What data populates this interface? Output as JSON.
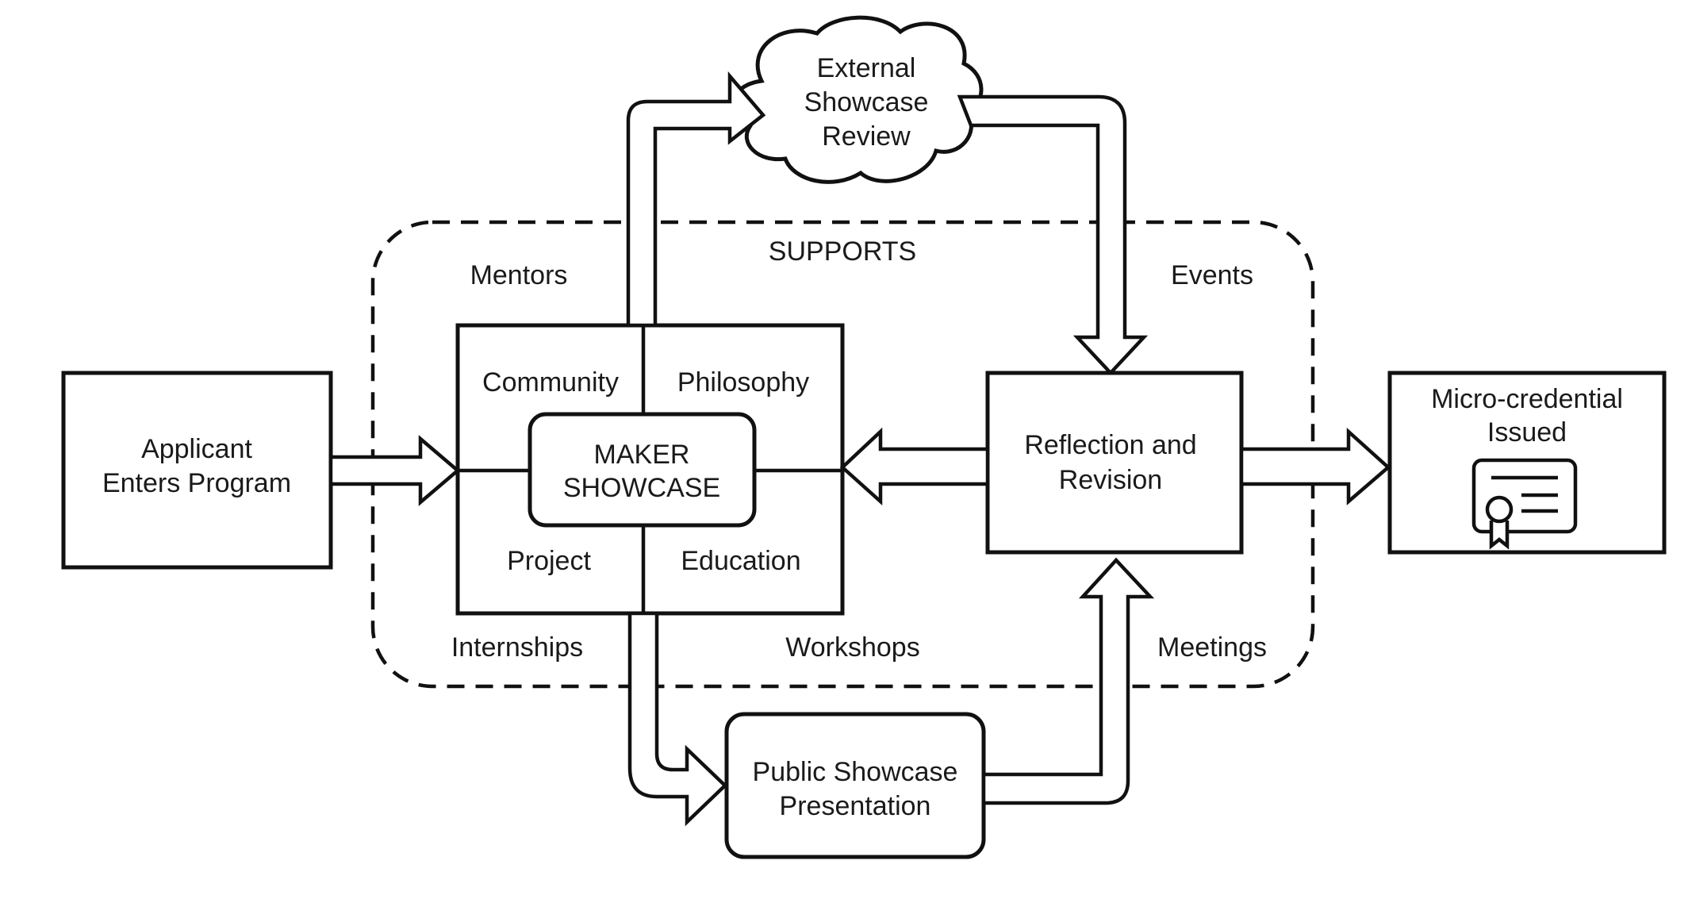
{
  "diagram": {
    "applicant": {
      "line1": "Applicant",
      "line2": "Enters Program"
    },
    "supports": {
      "title": "SUPPORTS",
      "mentors": "Mentors",
      "events": "Events",
      "internships": "Internships",
      "workshops": "Workshops",
      "meetings": "Meetings"
    },
    "core": {
      "community": "Community",
      "philosophy": "Philosophy",
      "project": "Project",
      "education": "Education",
      "center_line1": "MAKER",
      "center_line2": "SHOWCASE"
    },
    "external_review": {
      "line1": "External",
      "line2": "Showcase",
      "line3": "Review"
    },
    "reflection": {
      "line1": "Reflection and",
      "line2": "Revision"
    },
    "public_showcase": {
      "line1": "Public Showcase",
      "line2": "Presentation"
    },
    "credential": {
      "line1": "Micro-credential",
      "line2": "Issued",
      "icon": "certificate-icon"
    }
  }
}
